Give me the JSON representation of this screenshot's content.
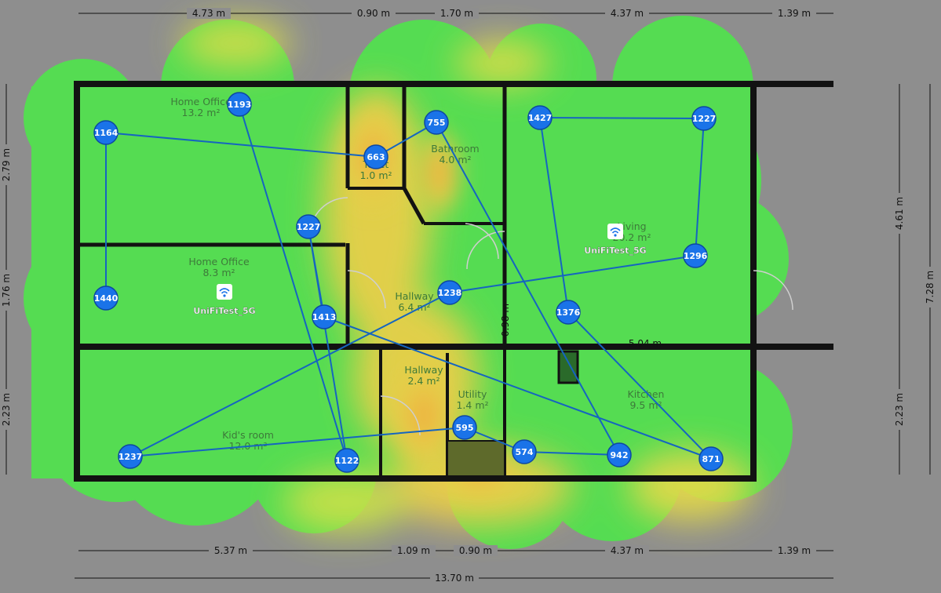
{
  "dimensions": {
    "top": [
      "4.73 m",
      "0.90 m",
      "1.70 m",
      "4.37 m",
      "1.39 m"
    ],
    "bottom": [
      "5.37 m",
      "1.09 m",
      "0.90 m",
      "4.37 m",
      "1.39 m"
    ],
    "total_width": "13.70 m",
    "left": [
      "2.79 m",
      "1.76 m",
      "2.23 m"
    ],
    "right": [
      "4.61 m",
      "2.23 m"
    ],
    "total_height": "7.28 m",
    "hallway_inner": "0.98 m",
    "kitchen_inner": "5.04 m"
  },
  "rooms": [
    {
      "name": "Home Office",
      "area": "13.2 m²"
    },
    {
      "name": "Home Office",
      "area": "8.3 m²"
    },
    {
      "name": "Toilet",
      "area": "1.0 m²"
    },
    {
      "name": "Bathroom",
      "area": "4.0 m²"
    },
    {
      "name": "Living",
      "area": "20.2 m²"
    },
    {
      "name": "Hallway",
      "area": "6.4 m²"
    },
    {
      "name": "Hallway",
      "area": "2.4 m²"
    },
    {
      "name": "Utility",
      "area": "1.4 m²"
    },
    {
      "name": "Kitchen",
      "area": "9.5 m²"
    },
    {
      "name": "Kid's room",
      "area": "12.0 m²"
    }
  ],
  "access_points": [
    {
      "ssid": "UniFiTest_5G",
      "icon": "wifi-icon"
    },
    {
      "ssid": "UniFiTest_5G",
      "icon": "wifi-icon"
    }
  ],
  "nodes": [
    "1193",
    "1164",
    "663",
    "755",
    "1427",
    "1227",
    "1227",
    "1296",
    "1440",
    "1413",
    "1238",
    "1376",
    "595",
    "574",
    "942",
    "871",
    "1237",
    "1122"
  ],
  "colors": {
    "background": "#8e8e8e",
    "strong": "#4fe04f",
    "medium": "#e7d84a",
    "weak": "#f2a23a",
    "node": "#1a73e8",
    "wall": "#111111"
  }
}
